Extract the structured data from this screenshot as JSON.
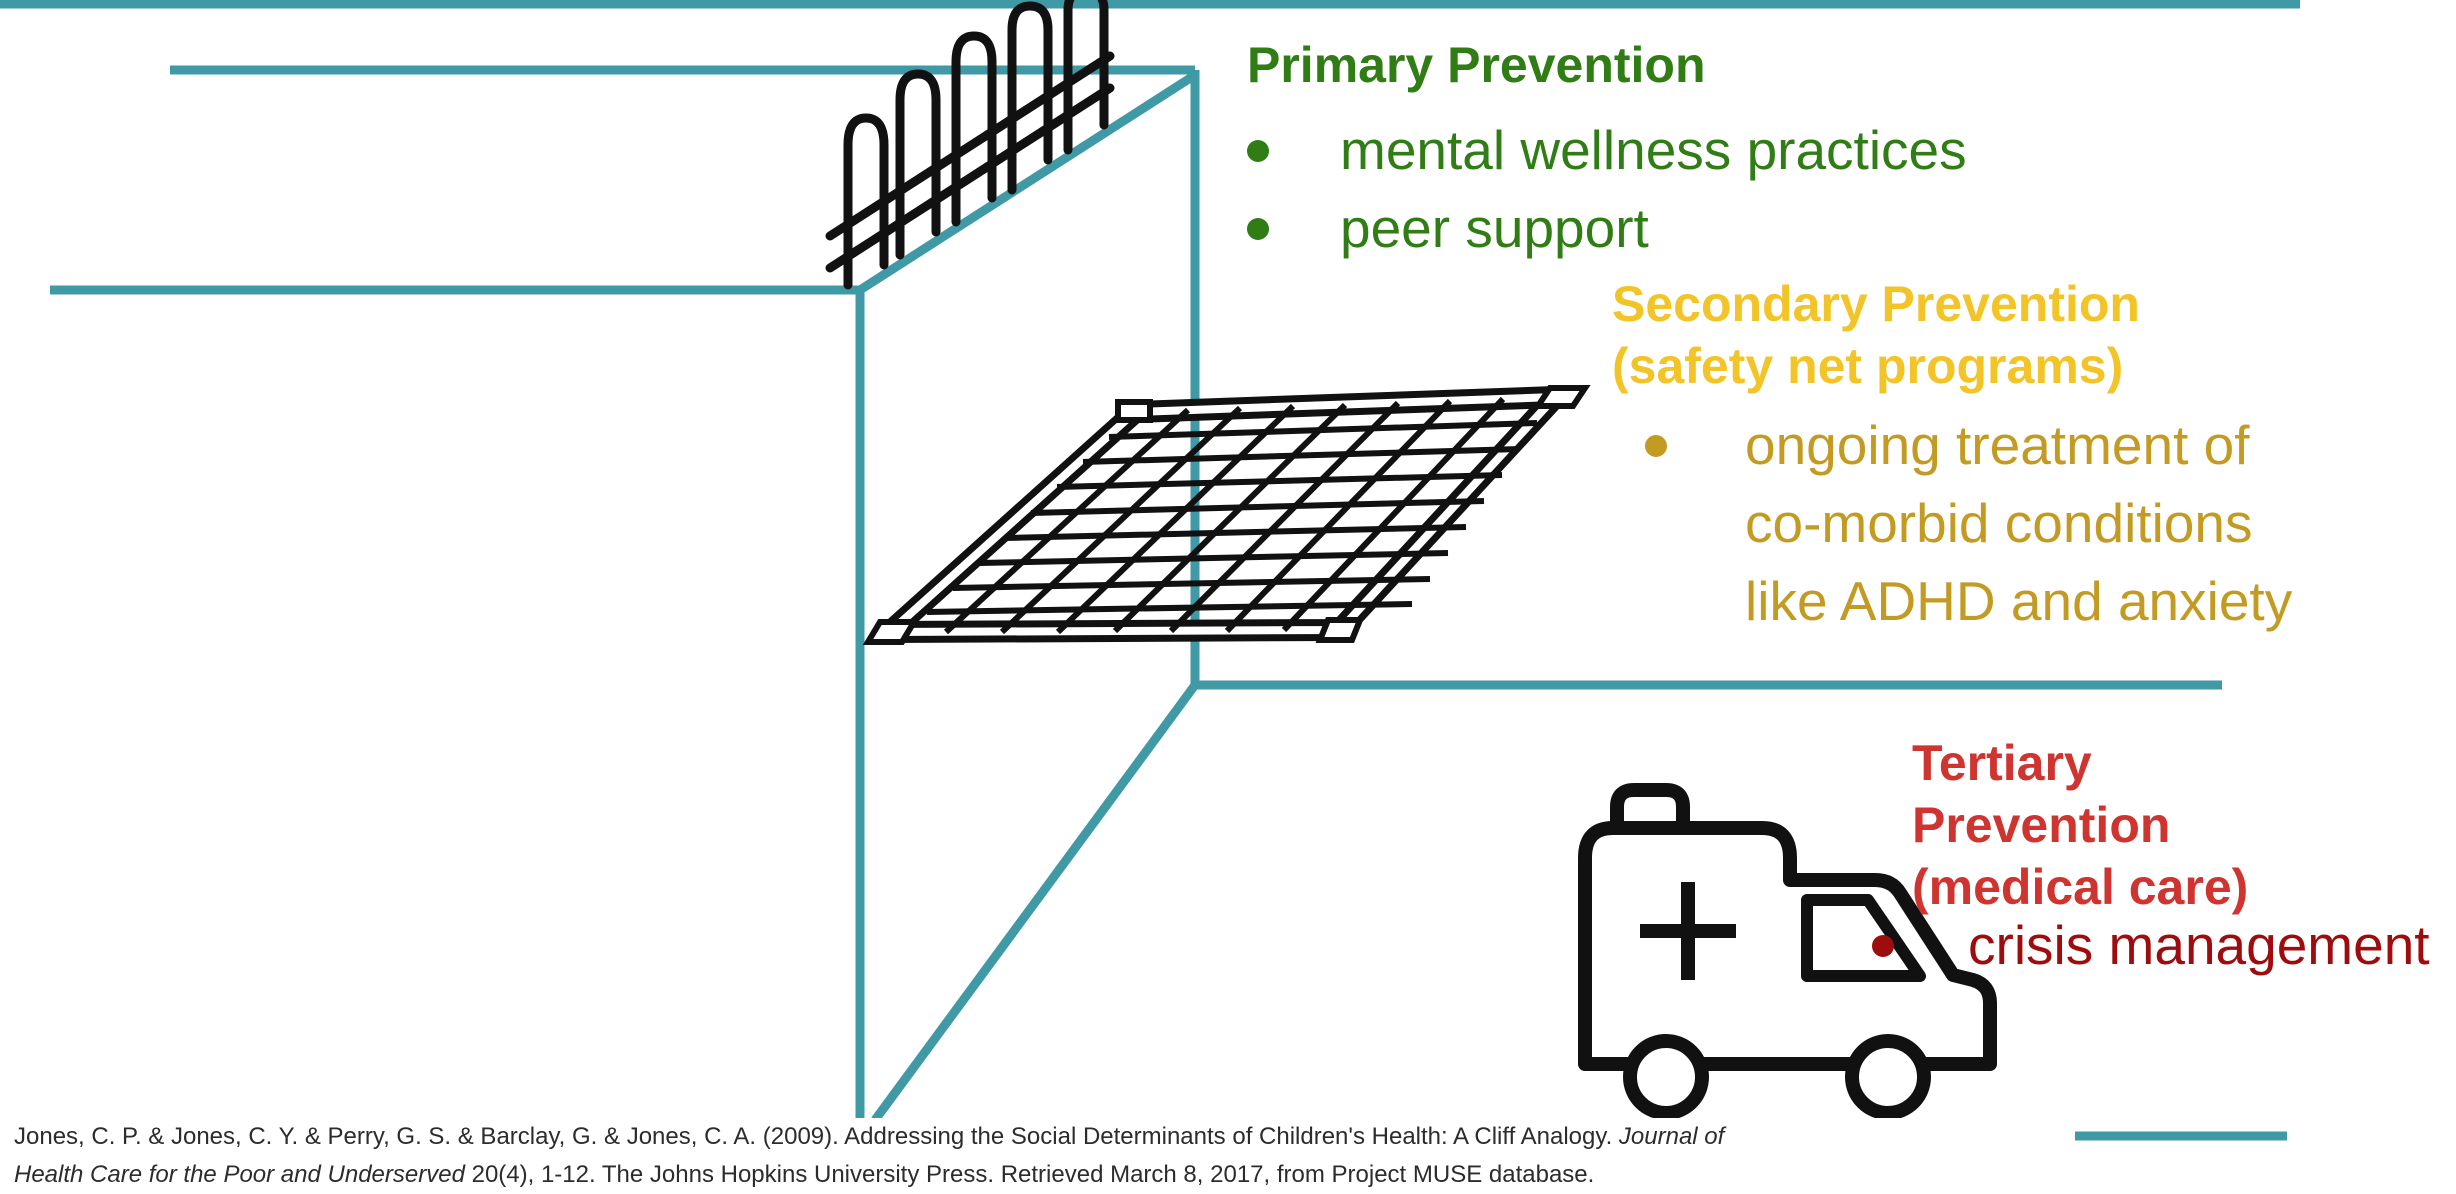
{
  "primary": {
    "heading": "Primary Prevention",
    "items": [
      "mental wellness practices",
      "peer support"
    ],
    "color": "#2f7d14"
  },
  "secondary": {
    "heading_line1": "Secondary Prevention",
    "heading_line2": "(safety net programs)",
    "items_lines": [
      "ongoing treatment of",
      "co-morbid conditions",
      "like ADHD and anxiety"
    ],
    "heading_color": "#f2c428",
    "item_color": "#c39a22"
  },
  "tertiary": {
    "heading_line1": "Tertiary",
    "heading_line2": "Prevention",
    "heading_line3": "(medical care)",
    "items": [
      "crisis management"
    ],
    "heading_color": "#cf3430",
    "item_color": "#9d0d0d"
  },
  "citation": {
    "part1": "Jones, C. P. & Jones, C. Y. & Perry, G. S. & Barclay, G. & Jones, C. A. (2009). Addressing the Social Determinants of Children's Health: A Cliff Analogy. ",
    "journal1": "Journal of",
    "journal2": "Health Care for the Poor and Underserved",
    "part2": " 20(4), 1-12. The Johns Hopkins University Press. Retrieved March 8, 2017, from Project MUSE database."
  },
  "icons": [
    "fence-icon",
    "safety-net-icon",
    "ambulance-icon"
  ],
  "colors": {
    "cliff": "#3f9aa6",
    "cliff_stroke": "#2b6f78"
  }
}
